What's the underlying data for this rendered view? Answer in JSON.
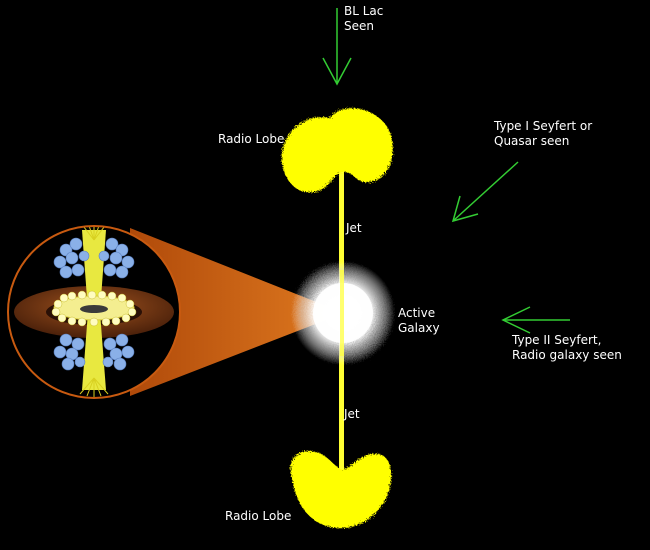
{
  "labels": {
    "bl_lac": [
      "BL Lac",
      "Seen"
    ],
    "radio_lobe_top": "Radio Lobe",
    "type1": [
      "Type I Seyfert or",
      "Quasar seen"
    ],
    "jet_top": "Jet",
    "active_galaxy": [
      "Active",
      "Galaxy"
    ],
    "type2": [
      "Type II Seyfert,",
      "Radio galaxy seen"
    ],
    "jet_bottom": "Jet",
    "radio_lobe_bottom": "Radio Lobe"
  },
  "colors": {
    "background": "#000000",
    "lobe": "#ffff00",
    "jet": "#ffff33",
    "galaxy_core": "#ffffff",
    "arrow": "#33cc33",
    "zoom_cone": "#c85a10",
    "torus": "#7a3a14",
    "cloud": "#8ab0e8",
    "text": "#ffffff"
  },
  "icons": [
    "arrow-down-icon",
    "arrow-diagonal-icon",
    "arrow-left-icon"
  ]
}
